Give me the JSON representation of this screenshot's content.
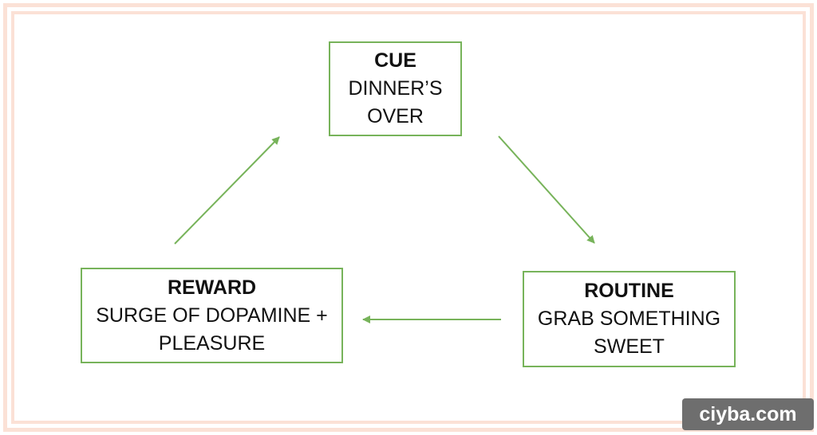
{
  "diagram": {
    "nodes": [
      {
        "id": "cue",
        "title": "CUE",
        "desc": "DINNER’S\nOVER"
      },
      {
        "id": "routine",
        "title": "ROUTINE",
        "desc": "GRAB SOMETHING\nSWEET"
      },
      {
        "id": "reward",
        "title": "REWARD",
        "desc": "SURGE OF DOPAMINE +\nPLEASURE"
      }
    ],
    "edges": [
      {
        "from": "cue",
        "to": "routine"
      },
      {
        "from": "routine",
        "to": "reward"
      },
      {
        "from": "reward",
        "to": "cue"
      }
    ],
    "colors": {
      "border": "#77b35a",
      "arrow": "#77b35a",
      "frame": "#fbe1d6",
      "text": "#111111"
    }
  },
  "watermark": {
    "text": "ciyba.com"
  }
}
